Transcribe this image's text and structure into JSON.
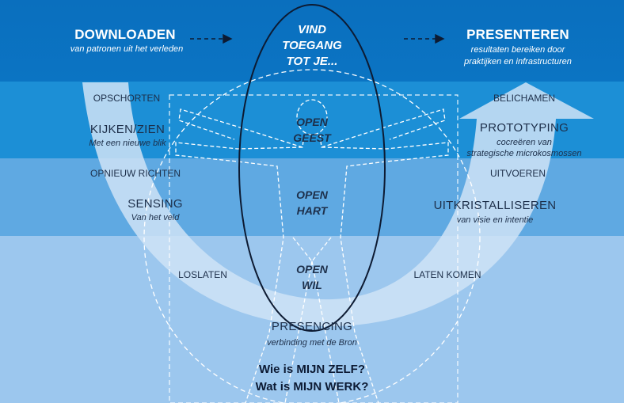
{
  "top": {
    "left_title": "DOWNLOADEN",
    "left_subtitle": "van patronen uit het verleden",
    "center": [
      "VIND",
      "TOEGANG",
      "TOT JE..."
    ],
    "right_title": "PRESENTEREN",
    "right_subtitle": [
      "resultaten bereiken door",
      "praktijken en infrastructuren"
    ]
  },
  "left_side": {
    "opschorten": "OPSCHORTEN",
    "kijken": "KIJKEN/ZIEN",
    "kijken_sub": "Met een nieuwe blik",
    "opnieuw": "OPNIEUW RICHTEN",
    "sensing": "SENSING",
    "sensing_sub": "Van het veld",
    "loslaten": "LOSLATEN"
  },
  "right_side": {
    "belichamen": "BELICHAMEN",
    "prototyping": "PROTOTYPING",
    "prototyping_sub": [
      "cocreëren van",
      "strategische microkosmossen"
    ],
    "uitvoeren": "UITVOEREN",
    "uitkristalliseren": "UITKRISTALLISEREN",
    "uitkristalliseren_sub": "van visie en intentie",
    "laten_komen": "LATEN KOMEN"
  },
  "center_levels": {
    "geest": [
      "OPEN",
      "GEEST"
    ],
    "hart": [
      "OPEN",
      "HART"
    ],
    "wil": [
      "OPEN",
      "WIL"
    ]
  },
  "bottom": {
    "presencing": "PRESENCING",
    "presencing_sub": "verbinding met de Bron",
    "question_1": "Wie is MIJN ZELF?",
    "question_2": "Wat is MIJN WERK?"
  },
  "colors": {
    "band_1": "#0a6fbe",
    "band_2": "#1c8fd6",
    "band_3": "#5fa9e2",
    "band_4": "#9cc7ee",
    "u_arrow": "#cfe3f6",
    "text_dark": "#1d2f4a"
  }
}
